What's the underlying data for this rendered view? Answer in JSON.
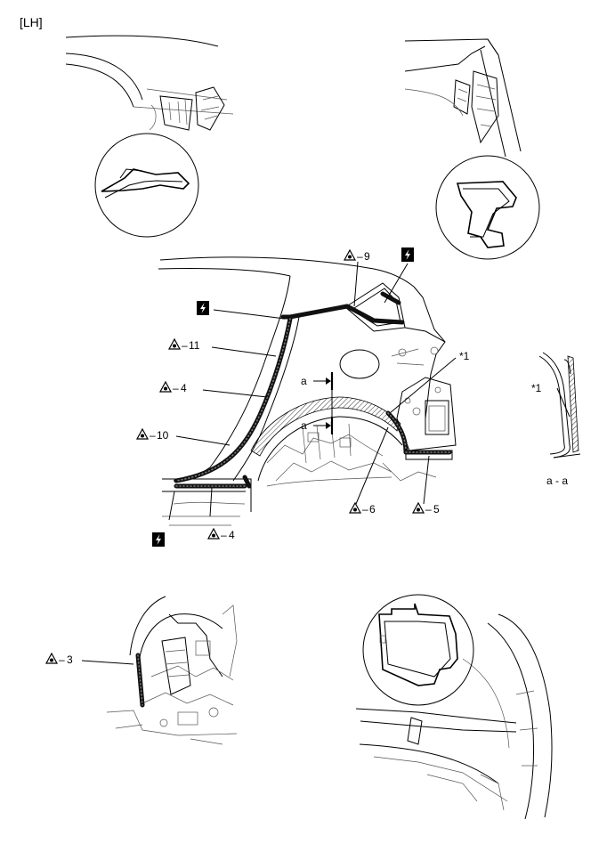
{
  "side_label": "[LH]",
  "labels": {
    "seal_9": "9",
    "seal_11": "11",
    "seal_4_upper": "4",
    "seal_10": "10",
    "seal_4_lower": "4",
    "seal_6": "6",
    "seal_5": "5",
    "seal_3": "3",
    "ref_1_main": "*1",
    "ref_1_section": "*1",
    "section_a_top": "a",
    "section_a_bottom": "a",
    "section_caption": "a - a"
  },
  "icons": {
    "sealer": "sealer-drop-icon",
    "spot_weld": "lightning-bolt-icon"
  },
  "colors": {
    "line": "#000000",
    "seal": "#111111",
    "background": "#ffffff"
  }
}
